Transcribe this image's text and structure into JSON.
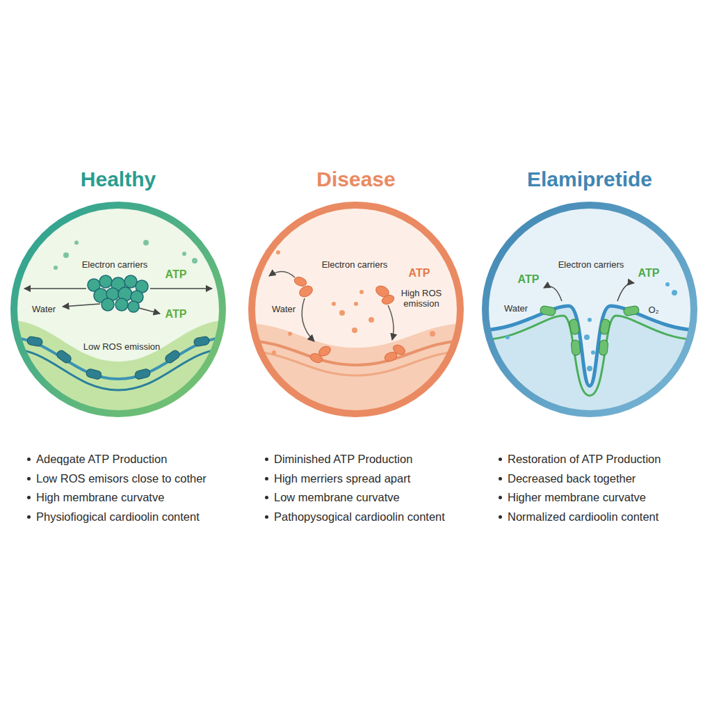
{
  "diagram": {
    "nodes": [
      {
        "text": [
          "Healthy",
          "Electron carriers",
          "ATP",
          "Water",
          "ATP",
          "Low ROS emission"
        ]
      },
      {
        "text": [
          "Disease",
          "Electron carriers",
          "ATP",
          "Water",
          "High ROS emission"
        ]
      },
      {
        "text": [
          "Elamipretide",
          "Electron carriers",
          "ATP",
          "ATP",
          "Water",
          "O₂"
        ]
      }
    ],
    "labels": [
      "Adeqgate ATP Production",
      "Low ROS emisors close to cother",
      "High membrane curvatve",
      "Physiofiogical cardioolin content",
      "Diminished ATP Production",
      "High merriers spread apart",
      "Low membrane curvatve",
      "Pathopysogical cardioolin content",
      "Restoration of ATP Production",
      "Decreased back together",
      "Higher membrane curvatve",
      "Normalized cardioolin content"
    ]
  }
}
